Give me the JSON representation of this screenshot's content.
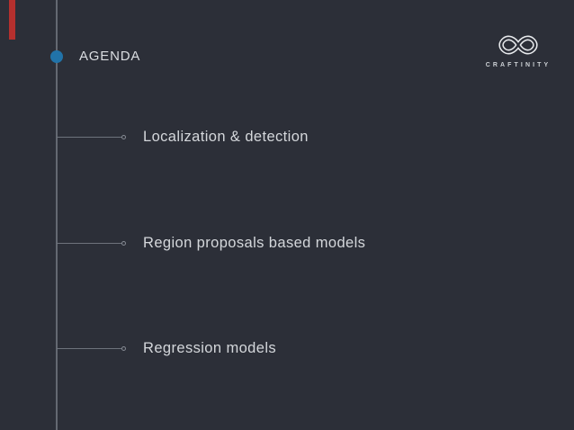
{
  "slide": {
    "title": "AGENDA",
    "items": [
      {
        "label": "Localization & detection"
      },
      {
        "label": "Region proposals based models"
      },
      {
        "label": "Regression models"
      }
    ]
  },
  "logo": {
    "wordmark": "CRAFTINITY",
    "symbol_icon": "infinity-loops-icon"
  },
  "colors": {
    "background": "#2c2f38",
    "accent_red": "#b4302e",
    "dot_blue": "#2173a9",
    "line_gray": "#6e737c",
    "circle_gray": "#858a93",
    "title_color": "#dadde1",
    "item_color": "#d4d7db",
    "logo_color": "#e8eaed",
    "wordmark_color": "#ccd0d4"
  }
}
